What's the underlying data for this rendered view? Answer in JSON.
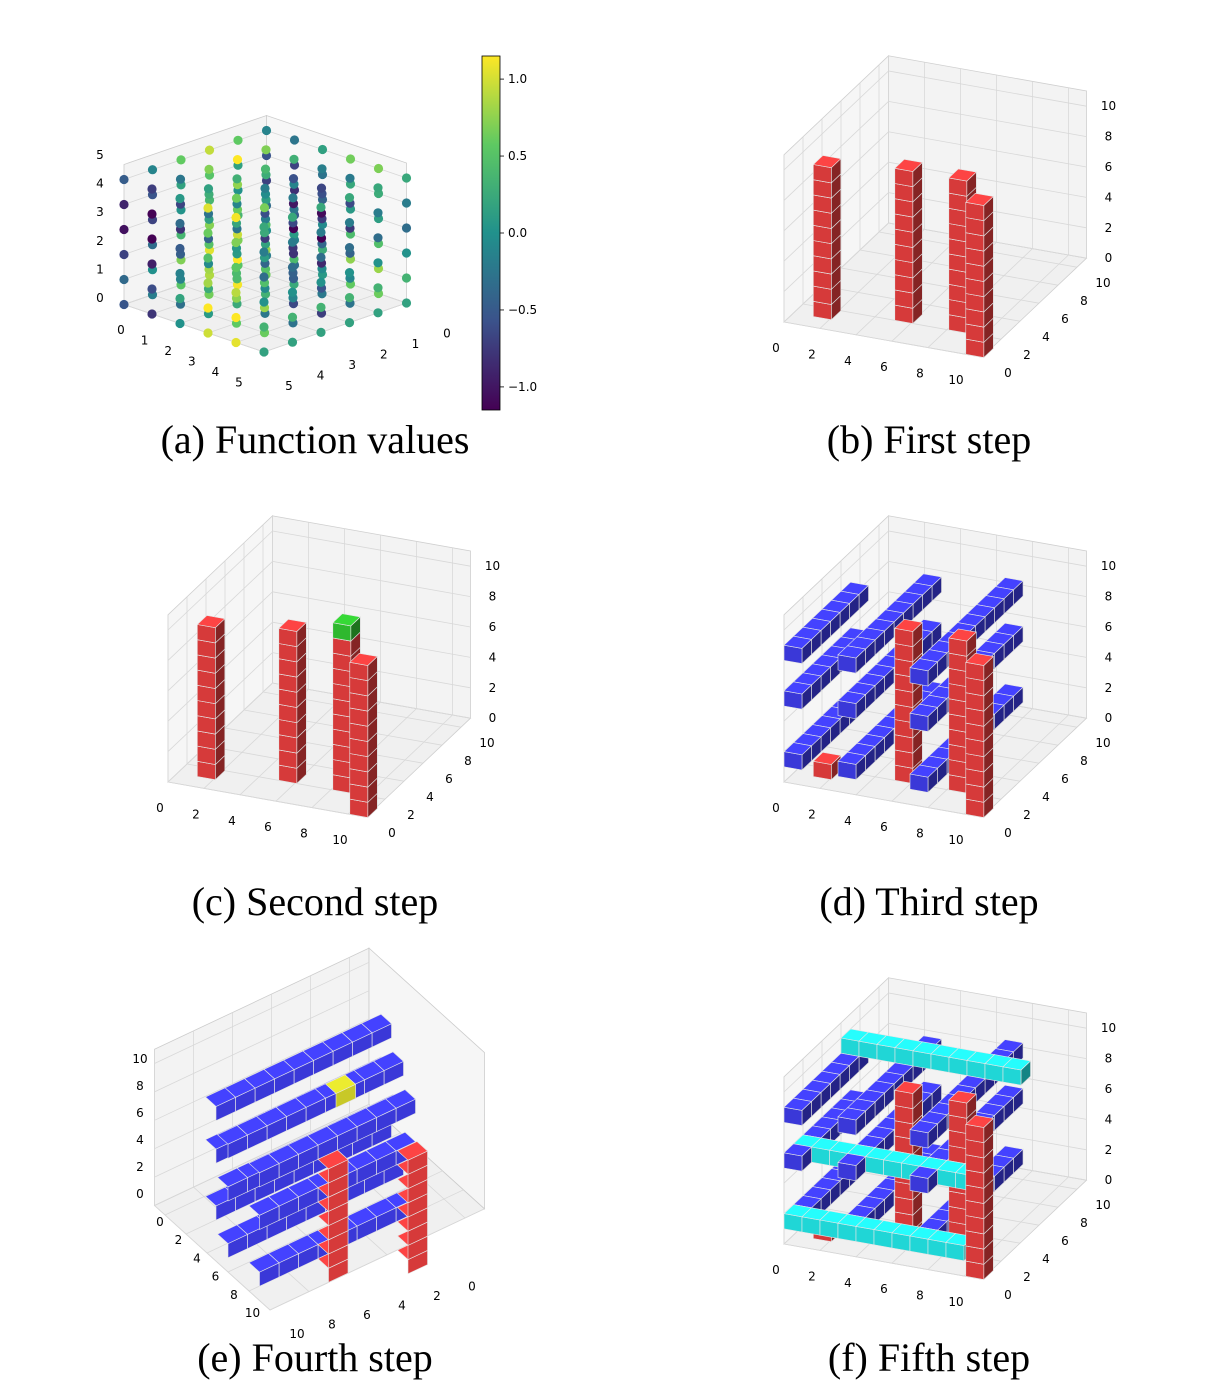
{
  "panels": {
    "a": {
      "caption": "(a) Function values"
    },
    "b": {
      "caption": "(b) First step"
    },
    "c": {
      "caption": "(c) Second step"
    },
    "d": {
      "caption": "(d) Third step"
    },
    "e": {
      "caption": "(e) Fourth step"
    },
    "f": {
      "caption": "(f) Fifth step"
    }
  },
  "colors": {
    "pane": "#f0f0f0",
    "grid": "#d8d8d8",
    "red": "#d63a3a",
    "blue": "#3a38d8",
    "cyan": "#20d6d6",
    "green": "#2eb82e",
    "yellow": "#c8c828"
  },
  "chart_data": [
    {
      "panel": "a",
      "type": "scatter",
      "title": "",
      "xticks": [
        "0",
        "1",
        "2",
        "3",
        "4",
        "5"
      ],
      "yticks": [
        "5",
        "4",
        "3",
        "2",
        "1",
        "0"
      ],
      "zticks": [
        "0",
        "1",
        "2",
        "3",
        "4",
        "5"
      ],
      "grid_points": "6x6x6 lattice, color = function value",
      "colorbar": {
        "colormap": "viridis",
        "ticks": [
          "1.0",
          "0.5",
          "0.0",
          "−0.5",
          "−1.0"
        ],
        "range": [
          -1.15,
          1.15
        ]
      }
    },
    {
      "panel": "b",
      "type": "voxel",
      "title": "",
      "xticks": [
        "0",
        "2",
        "4",
        "6",
        "8",
        "10"
      ],
      "yticks": [
        "0",
        "2",
        "4",
        "6",
        "8",
        "10"
      ],
      "zticks": [
        "0",
        "2",
        "4",
        "6",
        "8",
        "10"
      ],
      "voxels": {
        "red_columns_count": 4,
        "column_height": 10
      }
    },
    {
      "panel": "c",
      "type": "voxel",
      "title": "",
      "xticks": [
        "0",
        "2",
        "4",
        "6",
        "8",
        "10"
      ],
      "yticks": [
        "0",
        "2",
        "4",
        "6",
        "8",
        "10"
      ],
      "zticks": [
        "0",
        "2",
        "4",
        "6",
        "8",
        "10"
      ],
      "voxels": {
        "red_columns_count": 4,
        "column_height": 10,
        "green_cubes_count": 1
      }
    },
    {
      "panel": "d",
      "type": "voxel",
      "title": "",
      "xticks": [
        "0",
        "2",
        "4",
        "6",
        "8",
        "10"
      ],
      "yticks": [
        "0",
        "2",
        "4",
        "6",
        "8",
        "10"
      ],
      "zticks": [
        "0",
        "2",
        "4",
        "6",
        "8",
        "10"
      ],
      "voxels": {
        "red_columns_count": 4,
        "blue_bar_levels": 3
      }
    },
    {
      "panel": "e",
      "type": "voxel",
      "title": "",
      "xticks": [
        "0",
        "2",
        "4",
        "6",
        "8",
        "10"
      ],
      "yticks": [
        "10",
        "8",
        "6",
        "4",
        "2",
        "0"
      ],
      "zticks": [
        "0",
        "2",
        "4",
        "6",
        "8",
        "10"
      ],
      "voxels": {
        "red_columns_count": 2,
        "blue_bar_levels": 3,
        "yellow_cubes_count": 1
      }
    },
    {
      "panel": "f",
      "type": "voxel",
      "title": "",
      "xticks": [
        "0",
        "2",
        "4",
        "6",
        "8",
        "10"
      ],
      "yticks": [
        "0",
        "2",
        "4",
        "6",
        "8",
        "10"
      ],
      "zticks": [
        "0",
        "2",
        "4",
        "6",
        "8",
        "10"
      ],
      "voxels": {
        "red_columns_count": 4,
        "blue_bar_levels": 3,
        "cyan_bar_levels": 3
      }
    }
  ]
}
